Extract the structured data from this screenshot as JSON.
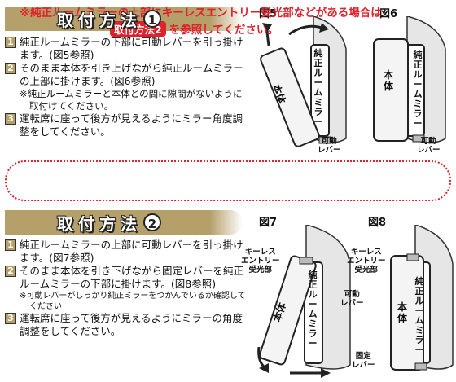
{
  "method1": {
    "title": "取付方法",
    "number": "1",
    "steps": [
      {
        "num": "1",
        "text": "純正ルームミラーの下部に可動レバーを引っ掛けます。(図5参照)"
      },
      {
        "num": "2",
        "text": "そのまま本体を引き上げながら純正ルームミラーの上部に掛けます。(図6参照)",
        "note": "※純正ルームミラーと本体との間に隙間がないように取付けてください。"
      },
      {
        "num": "3",
        "text": "運転席に座って後方が見えるようにミラー角度調整をしてください。"
      }
    ],
    "fig5": {
      "label": "図5",
      "body": "本体",
      "mirror": "純正ルームミラー"
    },
    "fig6": {
      "label": "図6",
      "body": "本体",
      "mirror": "純正ルームミラー",
      "lever": "可動\nレバー"
    },
    "fig5_lever": "可動\nレバー"
  },
  "banner": {
    "line1": "※純正ルームミラーの上部にキーレスエントリー受光部などがある場合は",
    "badge": "取付方法2",
    "line2": "を参照してください。"
  },
  "method2": {
    "title": "取付方法",
    "number": "2",
    "steps": [
      {
        "num": "1",
        "text": "純正ルームミラーの上部に可動レバーを引っ掛けます。(図7参照)"
      },
      {
        "num": "2",
        "text": "そのまま本体を引き下げながら固定レバーを純正ルームミラーの下部に掛けます。(図8参照)",
        "note": "※可動レバーがしっかり純正ミラーをつかんでいるか確認してください"
      },
      {
        "num": "3",
        "text": "運転席に座って後方が見えるようにミラーの角度調整をしてください。"
      }
    ],
    "fig7": {
      "label": "図7",
      "body": "本体",
      "mirror": "純正ルームミラー",
      "keyless": "キーレス\nエントリー\n受光部",
      "lever": "可動\nレバー"
    },
    "fig8": {
      "label": "図8",
      "body": "本体",
      "mirror": "純正ルームミラー",
      "keyless": "キーレス\nエントリー\n受光部",
      "lever": "固定\nレバー"
    }
  }
}
